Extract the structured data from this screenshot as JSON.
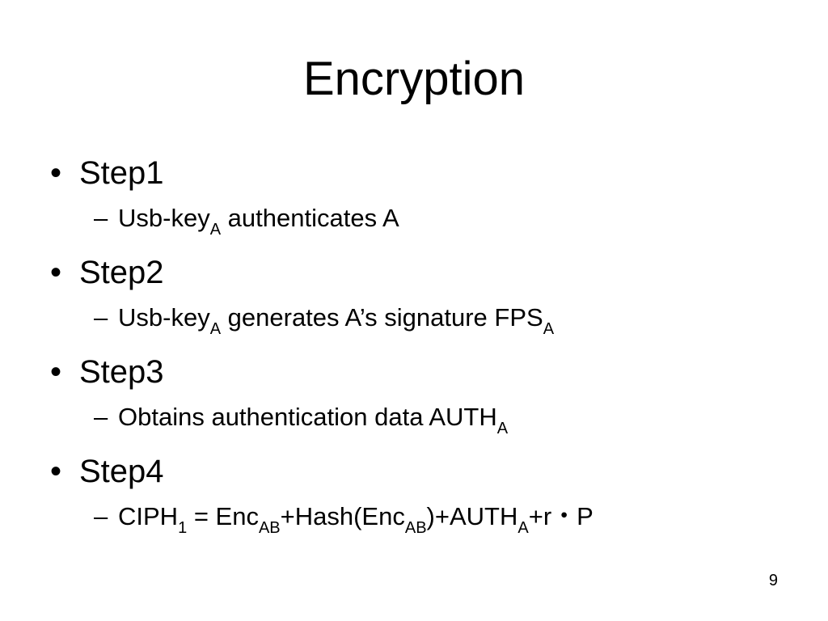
{
  "slide": {
    "title": "Encryption",
    "page_number": "9",
    "bullet_symbol": "•",
    "dash_symbol": "–",
    "steps": [
      {
        "label": "Step1",
        "detail": [
          {
            "text": "Usb-key"
          },
          {
            "text": "A",
            "sub": true
          },
          {
            "text": " authenticates A"
          }
        ]
      },
      {
        "label": "Step2",
        "detail": [
          {
            "text": "Usb-key"
          },
          {
            "text": "A",
            "sub": true
          },
          {
            "text": " generates A’s signature FPS"
          },
          {
            "text": "A",
            "sub": true
          }
        ]
      },
      {
        "label": "Step3",
        "detail": [
          {
            "text": "Obtains authentication data AUTH"
          },
          {
            "text": "A",
            "sub": true
          }
        ]
      },
      {
        "label": "Step4",
        "detail": [
          {
            "text": "CIPH"
          },
          {
            "text": "1",
            "sub": true
          },
          {
            "text": " = Enc"
          },
          {
            "text": "AB",
            "sub": true
          },
          {
            "text": "+Hash(Enc"
          },
          {
            "text": "AB",
            "sub": true
          },
          {
            "text": ")+AUTH"
          },
          {
            "text": "A",
            "sub": true
          },
          {
            "text": "+r・P"
          }
        ]
      }
    ]
  }
}
